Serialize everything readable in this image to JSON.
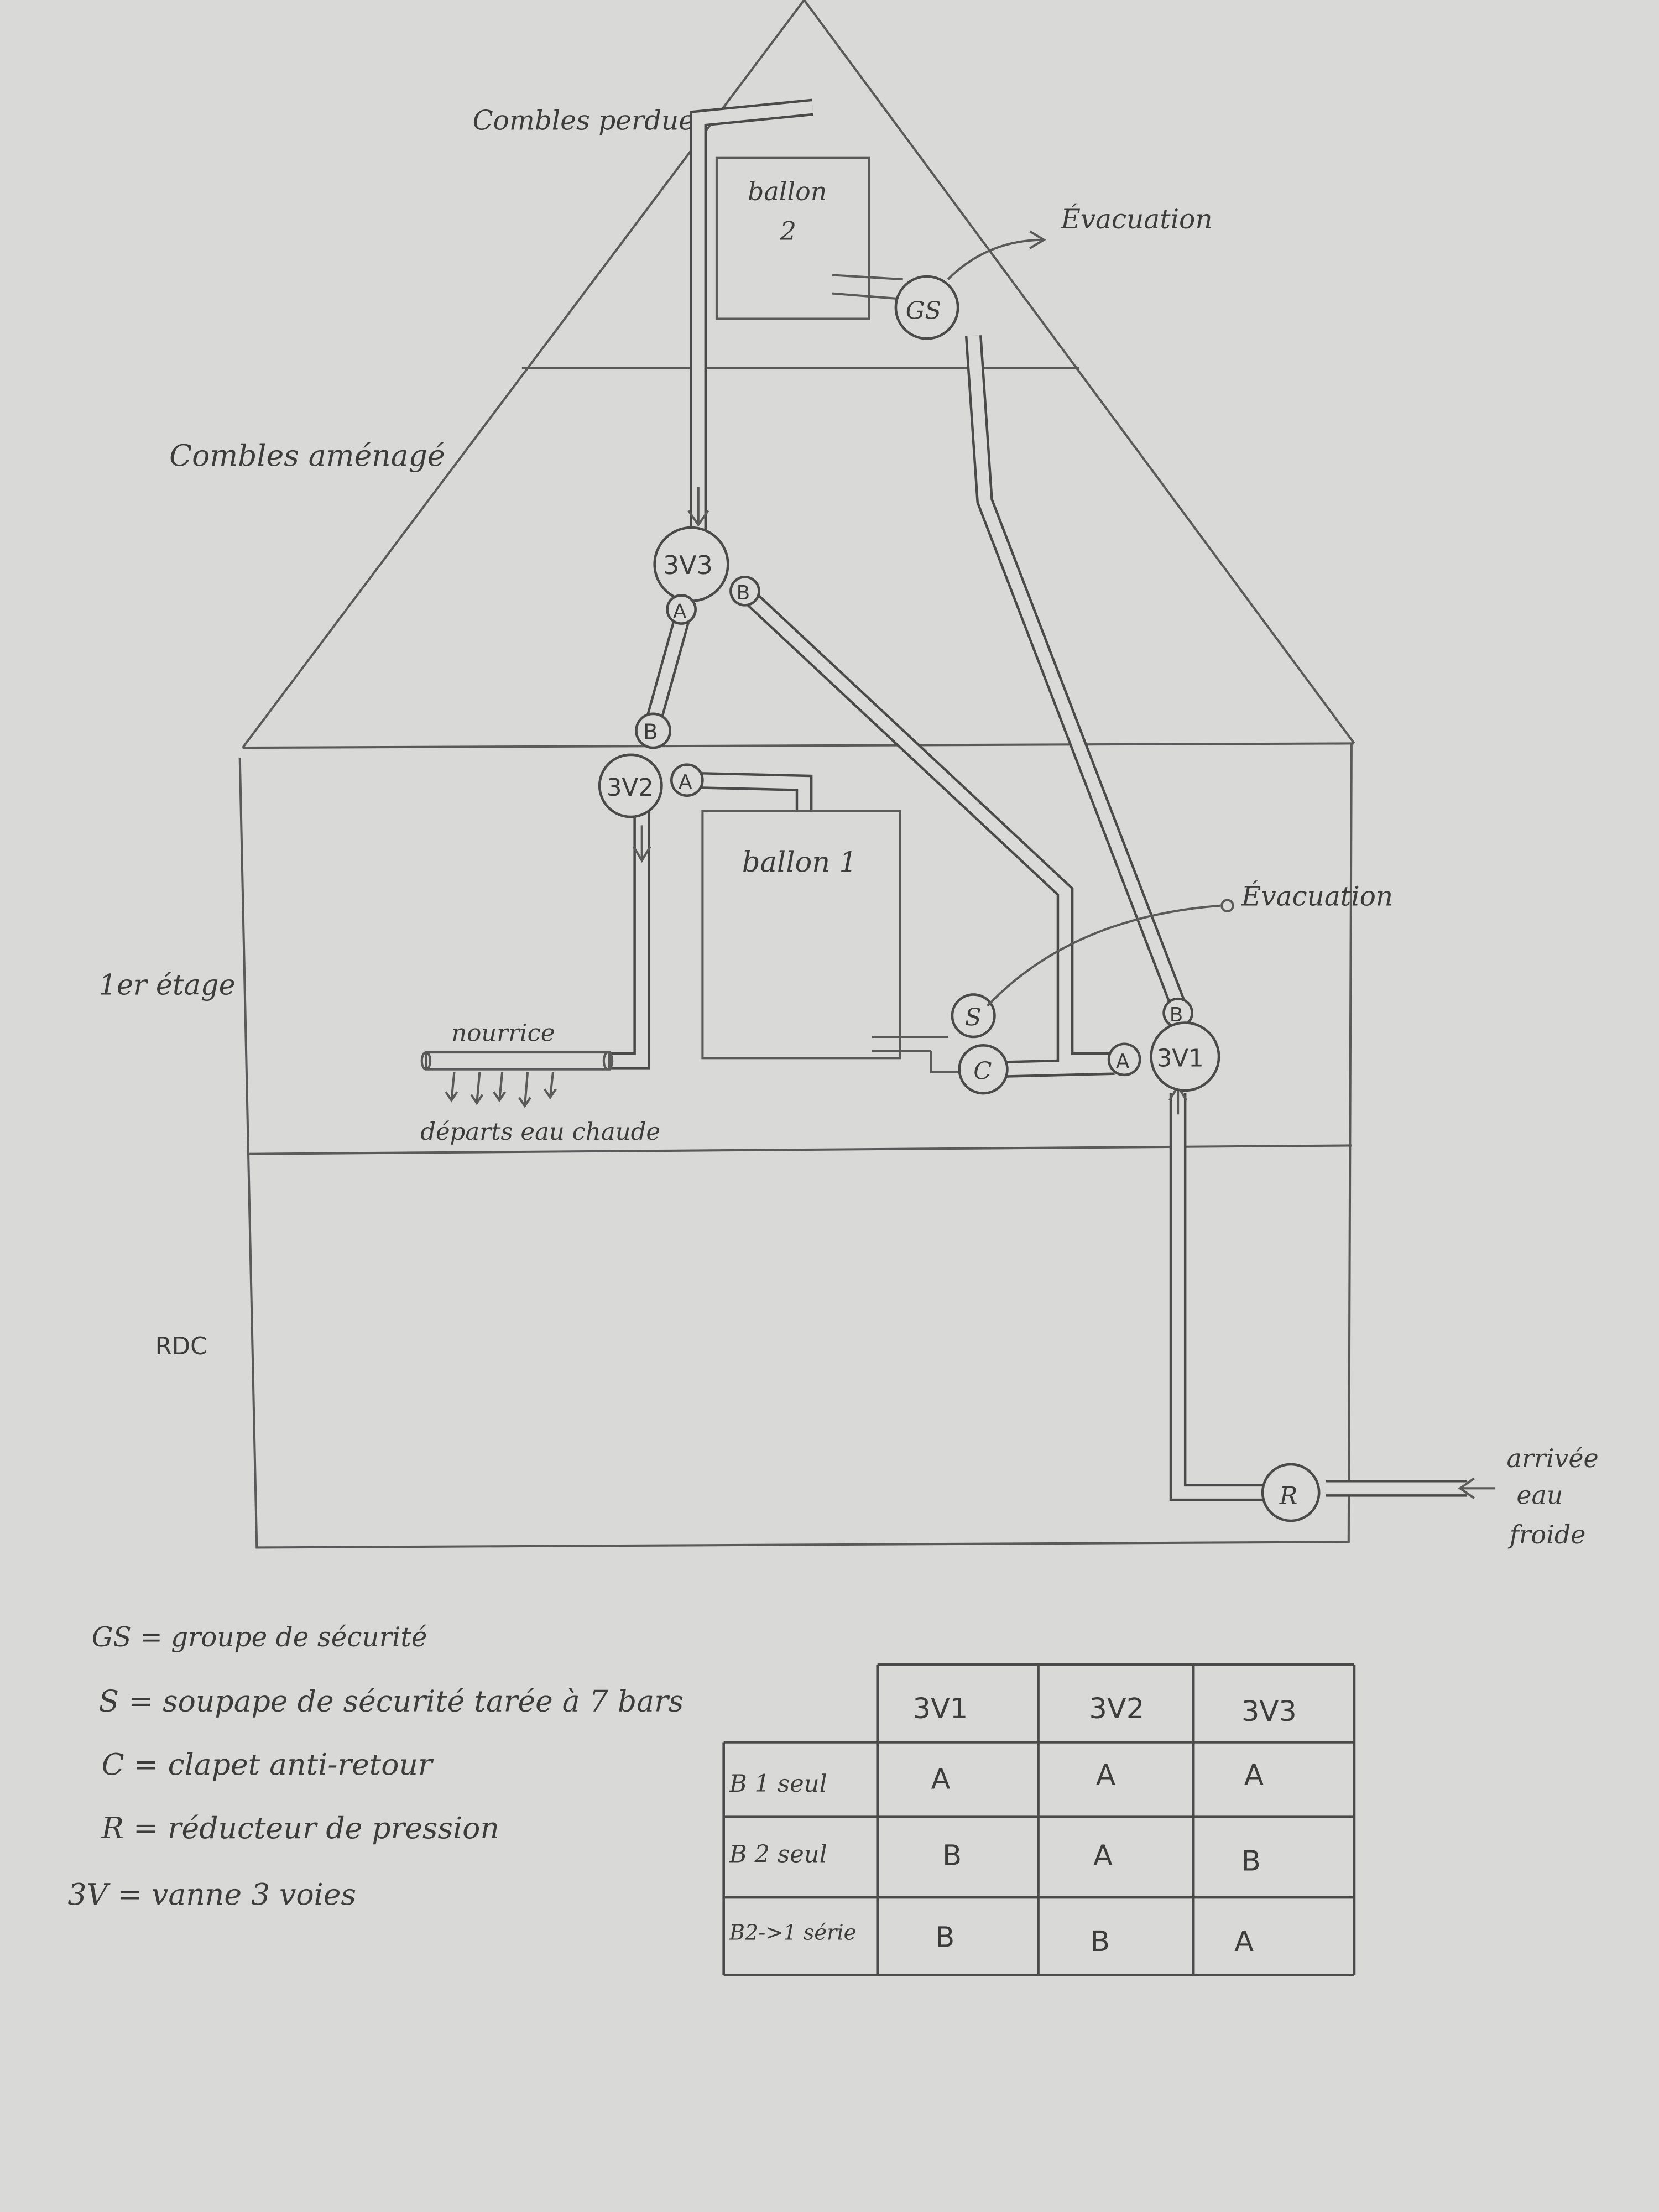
{
  "floors": {
    "attic_lost": "Combles perdues",
    "attic_converted": "Combles aménagé",
    "first_floor": "1er étage",
    "ground_floor": "RDC"
  },
  "tanks": {
    "tank2": [
      "ballon",
      "2"
    ],
    "tank1": "ballon 1"
  },
  "components": {
    "gs": "GS",
    "s": "S",
    "c": "C",
    "r": "R",
    "v3": "3V3",
    "v3_a": "A",
    "v3_b": "B",
    "v2": "3V2",
    "v2_a": "A",
    "v2_b": "B",
    "v1": "3V1",
    "v1_a": "A",
    "v1_b": "B"
  },
  "labels": {
    "evacuation_top": "Évacuation",
    "evacuation_mid": "Évacuation",
    "manifold": "nourrice",
    "hot_water_outlets": "départs eau chaude",
    "cold_water_inlet": [
      "arrivée",
      "eau",
      "froide"
    ]
  },
  "legend": [
    "GS = groupe de sécurité",
    "S = soupape de sécurité tarée à 7 bars",
    "C = clapet anti-retour",
    "R = réducteur de pression",
    "3V = vanne 3 voies"
  ],
  "table": {
    "headers": [
      "3V1",
      "3V2",
      "3V3"
    ],
    "rows": [
      {
        "label": "B 1 seul",
        "values": [
          "A",
          "A",
          "A"
        ]
      },
      {
        "label": "B 2 seul",
        "values": [
          "B",
          "A",
          "B"
        ]
      },
      {
        "label": "B2->1 série",
        "values": [
          "B",
          "B",
          "A"
        ]
      }
    ]
  }
}
